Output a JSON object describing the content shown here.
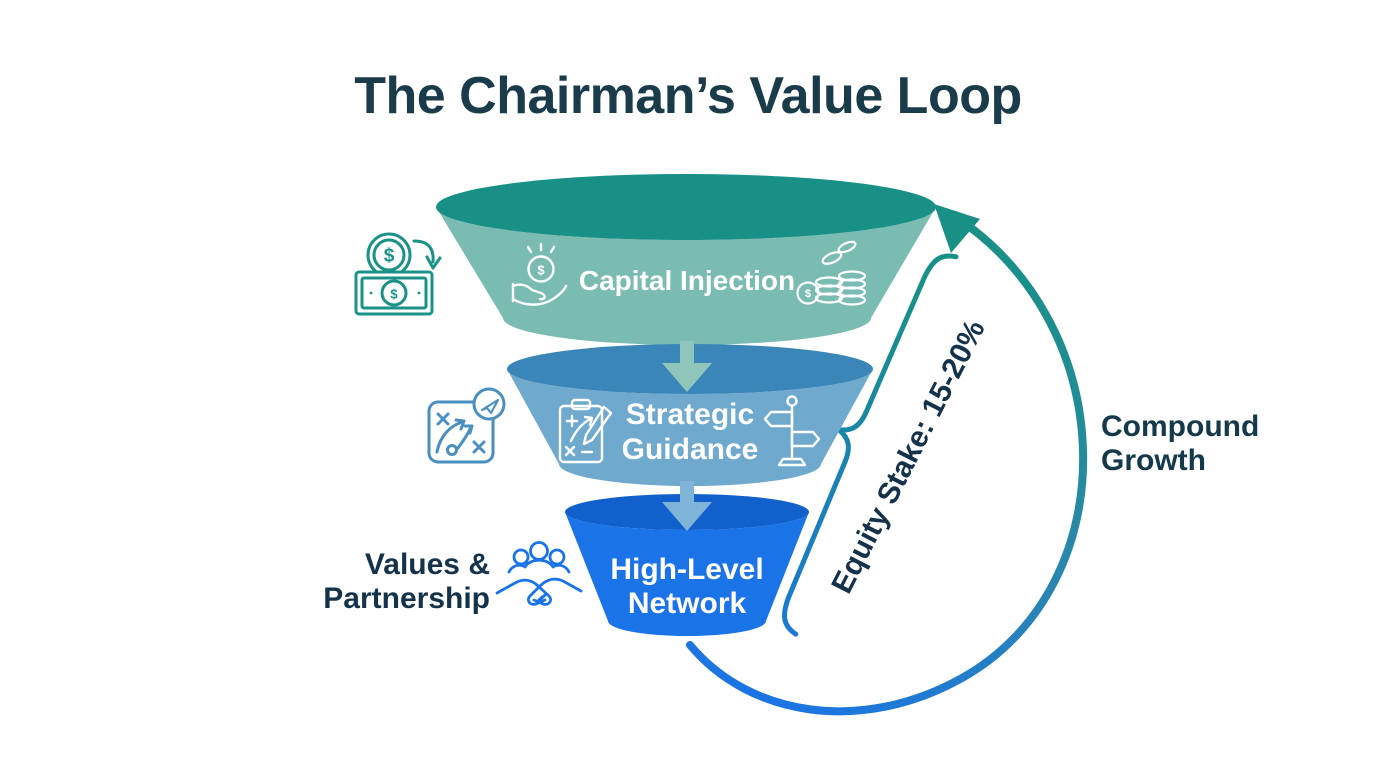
{
  "title": "The Chairman’s Value Loop",
  "funnel": {
    "tiers": [
      {
        "id": "capital-injection",
        "lines": [
          "Capital Injection"
        ],
        "rim_color": "#199086",
        "body_color": "#7abcb2",
        "left_icon": "hand-coin-icon",
        "right_icon": "coin-stacks-icon"
      },
      {
        "id": "strategic-guidance",
        "lines": [
          "Strategic",
          "Guidance"
        ],
        "rim_color": "#3a86b8",
        "body_color": "#6fa9ce",
        "left_icon": "clipboard-strategy-icon",
        "right_icon": "signpost-icon"
      },
      {
        "id": "high-level-network",
        "lines": [
          "High-Level",
          "Network"
        ],
        "rim_color": "#1160cb",
        "body_color": "#1b73e8"
      }
    ],
    "flow_arrow_colors": [
      "#8fc5bb",
      "#7fb3d8"
    ]
  },
  "annotations": {
    "equity_stake": {
      "text": "Equity Stake: 15-20%",
      "color": "#14324a",
      "rotation_deg": -63
    },
    "compound_growth": {
      "lines": [
        "Compound",
        "Growth"
      ],
      "color": "#14394a"
    },
    "values_partnership": {
      "lines": [
        "Values &",
        "Partnership"
      ],
      "color": "#14324a"
    }
  },
  "icons": {
    "currency_symbol": "$",
    "money_transfer": {
      "name": "money-transfer-icon",
      "color": "#1a9288"
    },
    "strategy_board": {
      "name": "strategy-board-icon",
      "color": "#4a8fc0"
    },
    "partnership_handshake": {
      "name": "partnership-handshake-icon",
      "color": "#1b73e8"
    },
    "tier_inner_icon_color": "#ffffff"
  },
  "colors": {
    "background": "#ffffff",
    "title_text": "#1a3b4a",
    "loop_gradient": [
      "#1b73e8",
      "#2b87ad",
      "#199086"
    ],
    "brace_gradient": [
      "#199086",
      "#1b73e8"
    ]
  }
}
